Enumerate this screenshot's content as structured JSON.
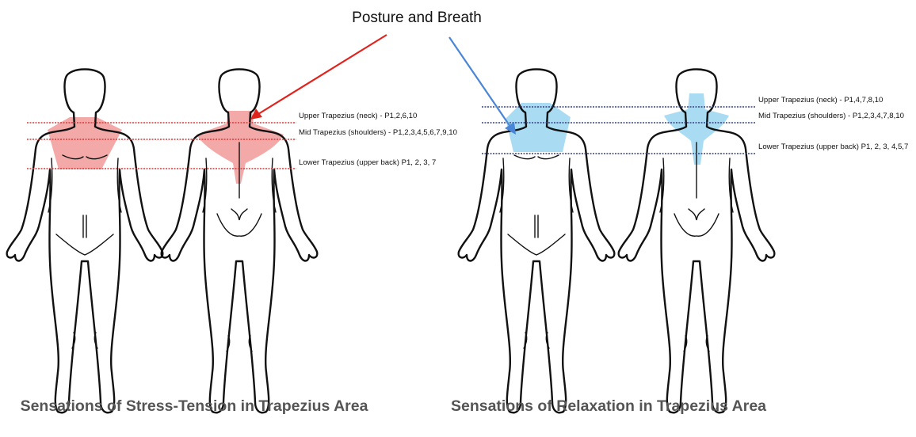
{
  "heading": "Posture and Breath",
  "colors": {
    "stress_fill": "#f4a9a9",
    "stress_line": "#d83a3a",
    "relax_fill": "#a9dcf3",
    "relax_line": "#36407f",
    "arrow_red": "#e0231d",
    "arrow_blue": "#4a86d6",
    "caption": "#555555"
  },
  "stress_panel": {
    "caption": "Sensations of Stress-Tension in Trapezius Area",
    "labels": {
      "upper": "Upper Trapezius (neck) - P1,2,6,10",
      "mid": "Mid Trapezius (shoulders) - P1,2,3,4,5,6,7,9,10",
      "lower": "Lower Trapezius (upper back) P1, 2, 3, 7"
    }
  },
  "relax_panel": {
    "caption": "Sensations of Relaxation in Trapezius Area",
    "labels": {
      "upper": "Upper Trapezius (neck) - P1,4,7,8,10",
      "mid": "Mid Trapezius (shoulders) - P1,2,3,4,7,8,10",
      "lower": "Lower Trapezius (upper back) P1, 2, 3, 4,5,7"
    }
  }
}
